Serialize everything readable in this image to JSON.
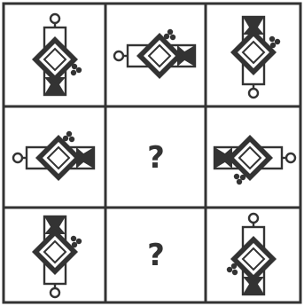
{
  "puzzle": {
    "missing_mark": "?",
    "colors": {
      "ink": "#333333",
      "grid": "#333333",
      "background": "#ffffff"
    },
    "cells": [
      {
        "kind": "figure",
        "rotation": 0,
        "mirror": false
      },
      {
        "kind": "figure",
        "rotation": 270,
        "mirror": false
      },
      {
        "kind": "figure",
        "rotation": 180,
        "mirror": true
      },
      {
        "kind": "figure",
        "rotation": 270,
        "mirror": false
      },
      {
        "kind": "missing"
      },
      {
        "kind": "figure",
        "rotation": 90,
        "mirror": false
      },
      {
        "kind": "figure",
        "rotation": 180,
        "mirror": true
      },
      {
        "kind": "missing"
      },
      {
        "kind": "figure",
        "rotation": 0,
        "mirror": true
      }
    ]
  }
}
